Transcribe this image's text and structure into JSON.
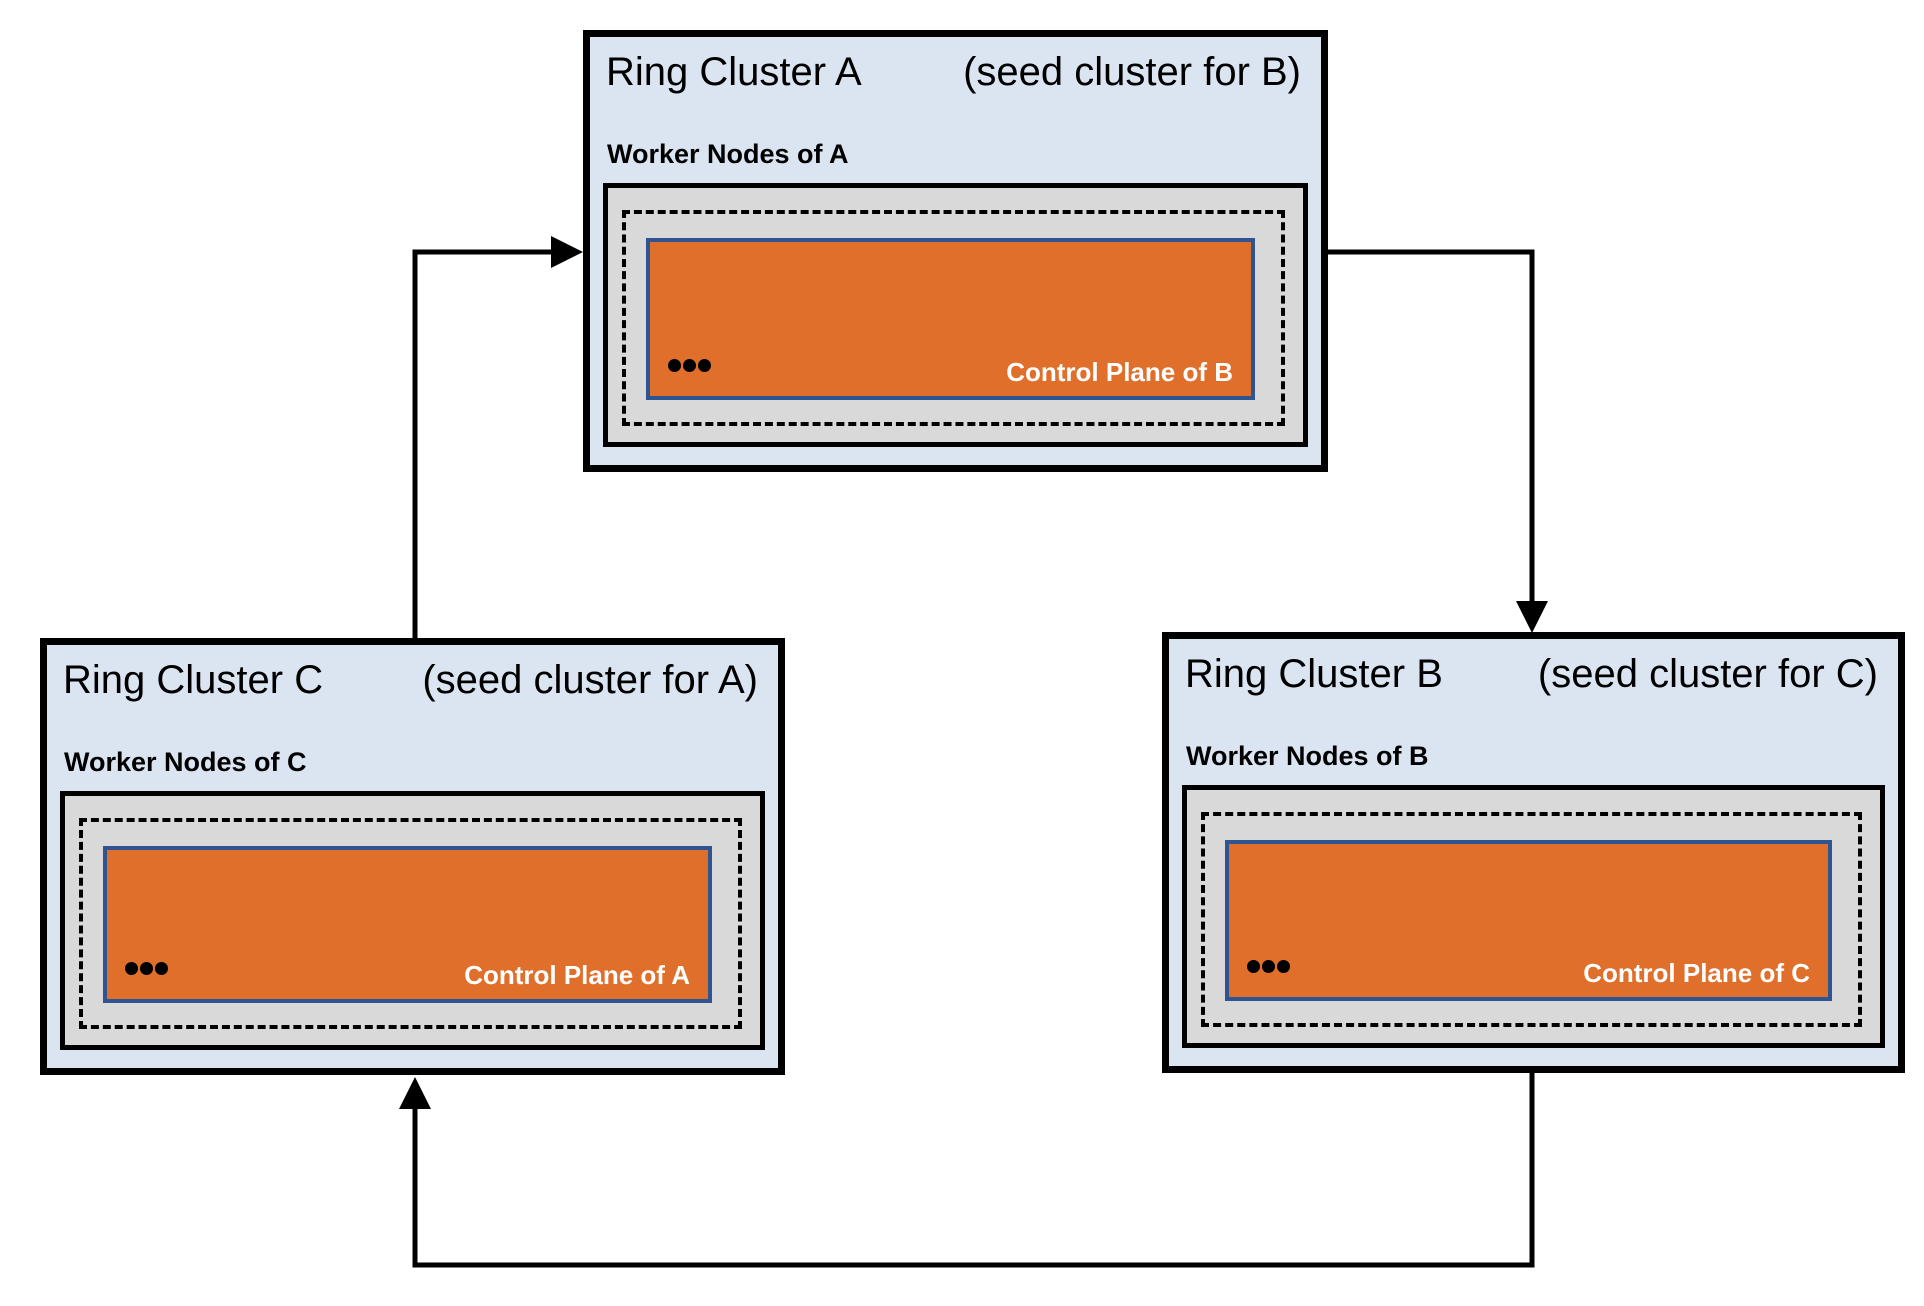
{
  "diagram": {
    "clusters": [
      {
        "id": "A",
        "title": "Ring Cluster A",
        "seed_note": "(seed cluster for B)",
        "worker_label": "Worker Nodes of A",
        "control_plane_label": "Control Plane of B"
      },
      {
        "id": "B",
        "title": "Ring Cluster B",
        "seed_note": "(seed cluster for C)",
        "worker_label": "Worker Nodes of B",
        "control_plane_label": "Control Plane of C"
      },
      {
        "id": "C",
        "title": "Ring Cluster C",
        "seed_note": "(seed cluster for A)",
        "worker_label": "Worker Nodes of C",
        "control_plane_label": "Control Plane of A"
      }
    ],
    "relationships": [
      {
        "from": "A",
        "to": "B",
        "meaning": "A hosts the control plane of B (seed cluster for B)"
      },
      {
        "from": "B",
        "to": "C",
        "meaning": "B hosts the control plane of C (seed cluster for C)"
      },
      {
        "from": "C",
        "to": "A",
        "meaning": "C hosts the control plane of A (seed cluster for A)"
      }
    ],
    "icons": {
      "ellipsis": "ellipsis-dots-icon"
    },
    "colors": {
      "cluster_bg": "#dbe5f1",
      "worker_zone_bg": "#d9d9d9",
      "control_plane_bg": "#e06f2c",
      "control_plane_border": "#2f5492",
      "outline": "#000000",
      "control_plane_text": "#ffffff",
      "arrow": "#000000"
    }
  }
}
